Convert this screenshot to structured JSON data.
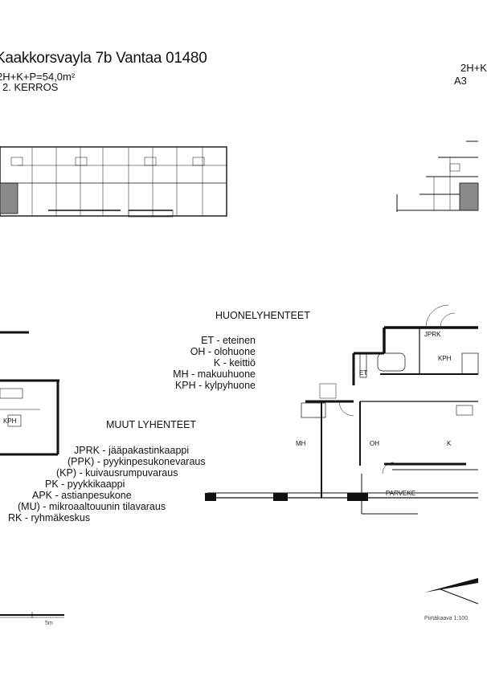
{
  "header": {
    "address": "Kaakkorsvayla 7b Vantaa 01480",
    "area": "2H+K+P=54,0m²",
    "floor": "2. KERROS",
    "apartment_type": "2H+K",
    "apartment_number": "A3"
  },
  "room_legend": {
    "title": "HUONELYHENTEET",
    "items": [
      "ET - eteinen",
      "OH - olohuone",
      "K - keittiö",
      "MH - makuuhuone",
      "KPH - kylpyhuone"
    ]
  },
  "other_legend": {
    "title": "MUUT LYHENTEET",
    "items": [
      "JPRK - jääpakastinkaappi",
      "(PPK) - pyykinpesukonevaraus",
      "(KP) - kuivausrumpuvaraus",
      "PK - pyykkikaappi",
      "APK - astianpesukone",
      "(MU) - mikroaaltouunin tilavaraus",
      "RK - ryhmäkeskus"
    ]
  },
  "plan_labels": {
    "kph": "KPH",
    "jprk": "JPRK",
    "et": "ET",
    "mh": "MH",
    "oh": "OH",
    "k": "K",
    "parveke": "PARVEKE",
    "left_kph": "KPH"
  },
  "scale": {
    "label": "Piirtäkaava 1:100",
    "unit": "5m"
  },
  "colors": {
    "line": "#111111",
    "highlight": "#8a8a8a",
    "background": "#ffffff"
  }
}
